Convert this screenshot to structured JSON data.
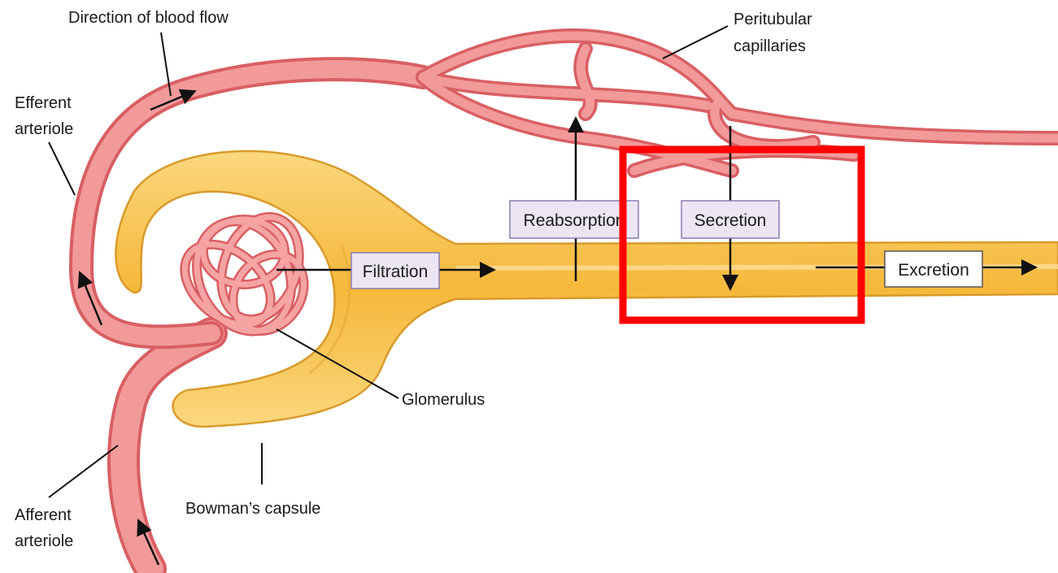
{
  "labels": {
    "direction_of_blood_flow": "Direction of blood flow",
    "peritubular_line1": "Peritubular",
    "peritubular_line2": "capillaries",
    "efferent_line1": "Efferent",
    "efferent_line2": "arteriole",
    "afferent_line1": "Afferent",
    "afferent_line2": "arteriole",
    "glomerulus": "Glomerulus",
    "bowmans_capsule": "Bowman’s capsule"
  },
  "process_boxes": {
    "filtration": "Filtration",
    "reabsorption": "Reabsorption",
    "secretion": "Secretion",
    "excretion": "Excretion"
  },
  "colors": {
    "vessel_fill": "#f28b8b",
    "vessel_edge": "#d95f62",
    "tubule_fill": "#f7c65a",
    "tubule_edge": "#d99a2b",
    "box_fill": "#ece6f4",
    "box_edge": "#8a7bb5",
    "highlight": "#ff0000"
  }
}
